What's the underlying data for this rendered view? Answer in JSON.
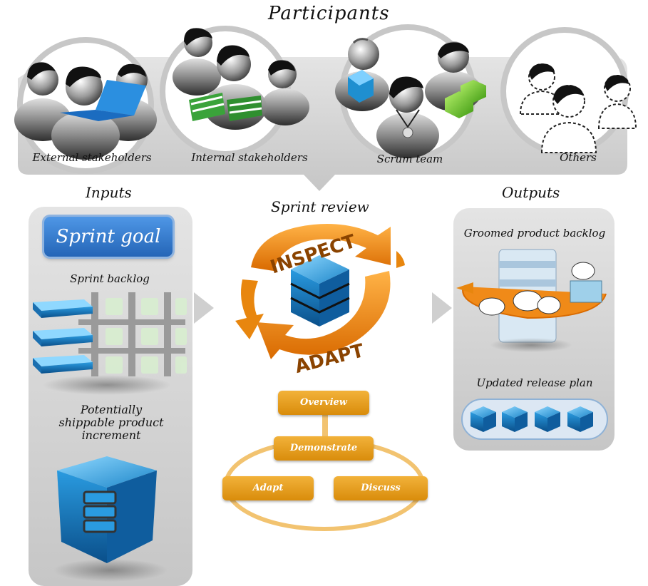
{
  "title": "Participants",
  "participants": [
    {
      "label": "External stakeholders"
    },
    {
      "label": "Internal stakeholders"
    },
    {
      "label": "Scrum team"
    },
    {
      "label": "Others"
    }
  ],
  "inputs": {
    "title": "Inputs",
    "sprint_goal": "Sprint goal",
    "sprint_backlog": "Sprint backlog",
    "increment_line1": "Potentially",
    "increment_line2": "shippable product",
    "increment_line3": "increment"
  },
  "review": {
    "title": "Sprint review",
    "inspect": "INSPECT",
    "adapt": "ADAPT",
    "steps": {
      "overview": "Overview",
      "demonstrate": "Demonstrate",
      "adapt": "Adapt",
      "discuss": "Discuss"
    }
  },
  "outputs": {
    "title": "Outputs",
    "groomed": "Groomed product backlog",
    "release": "Updated release plan"
  },
  "colors": {
    "panel": "#d6d6d6",
    "accent_orange": "#e8860e",
    "cube_blue": "#1f8fd0",
    "goal_blue": "#2f78cf",
    "money_green": "#3a9a3a",
    "cube_green": "#6cc42a"
  }
}
